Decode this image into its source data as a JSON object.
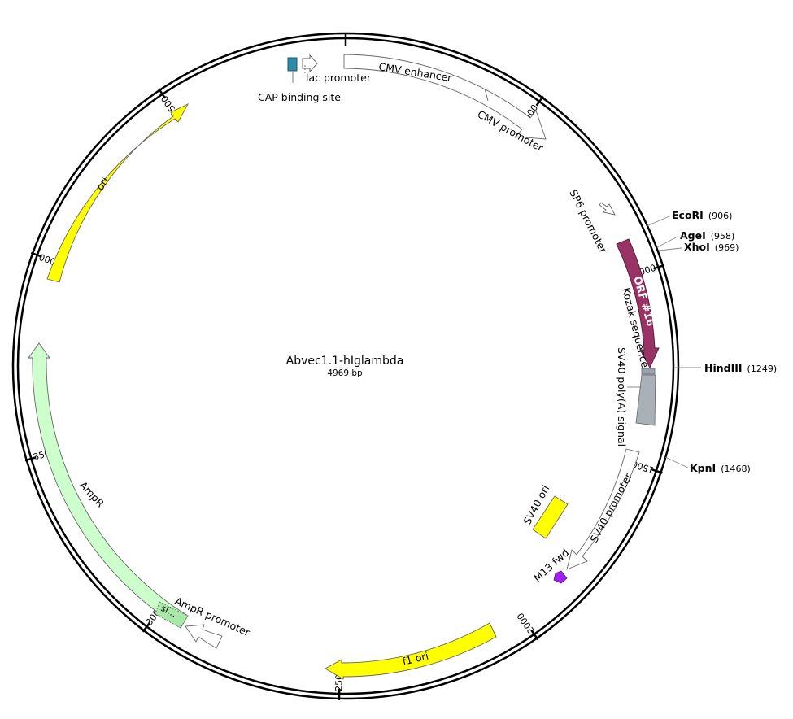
{
  "plasmid": {
    "name": "Abvec1.1-hIglambda",
    "length_label": "4969 bp",
    "length": 4969
  },
  "ticks": [
    {
      "pos": 500,
      "label": "500"
    },
    {
      "pos": 1000,
      "label": "1000"
    },
    {
      "pos": 1500,
      "label": "1500"
    },
    {
      "pos": 2000,
      "label": "2000"
    },
    {
      "pos": 2500,
      "label": "2500"
    },
    {
      "pos": 3000,
      "label": "3000"
    },
    {
      "pos": 3500,
      "label": "3500"
    },
    {
      "pos": 4000,
      "label": "4000"
    },
    {
      "pos": 4500,
      "label": "4500"
    }
  ],
  "features": {
    "cap_site": {
      "label": "CAP binding site",
      "color": "#2f8aa3"
    },
    "lac_promoter": {
      "label": "lac promoter",
      "color": "#ffffff"
    },
    "cmv_enhancer": {
      "label": "CMV enhancer",
      "color": "#ffffff"
    },
    "cmv_promoter": {
      "label": "CMV promoter",
      "color": "#ffffff"
    },
    "sp6_promoter": {
      "label": "SP6 promoter",
      "color": "#ffffff"
    },
    "orf16": {
      "label": "ORF #16",
      "color": "#993366"
    },
    "kozak": {
      "label": "Kozak sequence",
      "color": "#9aa3ad"
    },
    "sv40_polya": {
      "label": "SV40 poly(A) signal",
      "color": "#a9b0b8"
    },
    "sv40_promoter": {
      "label": "SV40 promoter",
      "color": "#ffffff"
    },
    "sv40_ori": {
      "label": "SV40 ori",
      "color": "#ffff00"
    },
    "m13_fwd": {
      "label": "M13 fwd",
      "color": "#a020f0"
    },
    "f1_ori": {
      "label": "f1 ori",
      "color": "#ffff00"
    },
    "ampr_promoter": {
      "label": "AmpR promoter",
      "color": "#ffffff"
    },
    "ampr": {
      "label": "AmpR",
      "color": "#ccffcc"
    },
    "signal": {
      "label": "si…",
      "color": "#a8e8a8"
    },
    "ori": {
      "label": "ori",
      "color": "#ffff00"
    }
  },
  "sites": [
    {
      "name": "EcoRI",
      "pos": "(906)"
    },
    {
      "name": "AgeI",
      "pos": "(958)"
    },
    {
      "name": "XhoI",
      "pos": "(969)"
    },
    {
      "name": "HindIII",
      "pos": "(1249)"
    },
    {
      "name": "KpnI",
      "pos": "(1468)"
    }
  ]
}
